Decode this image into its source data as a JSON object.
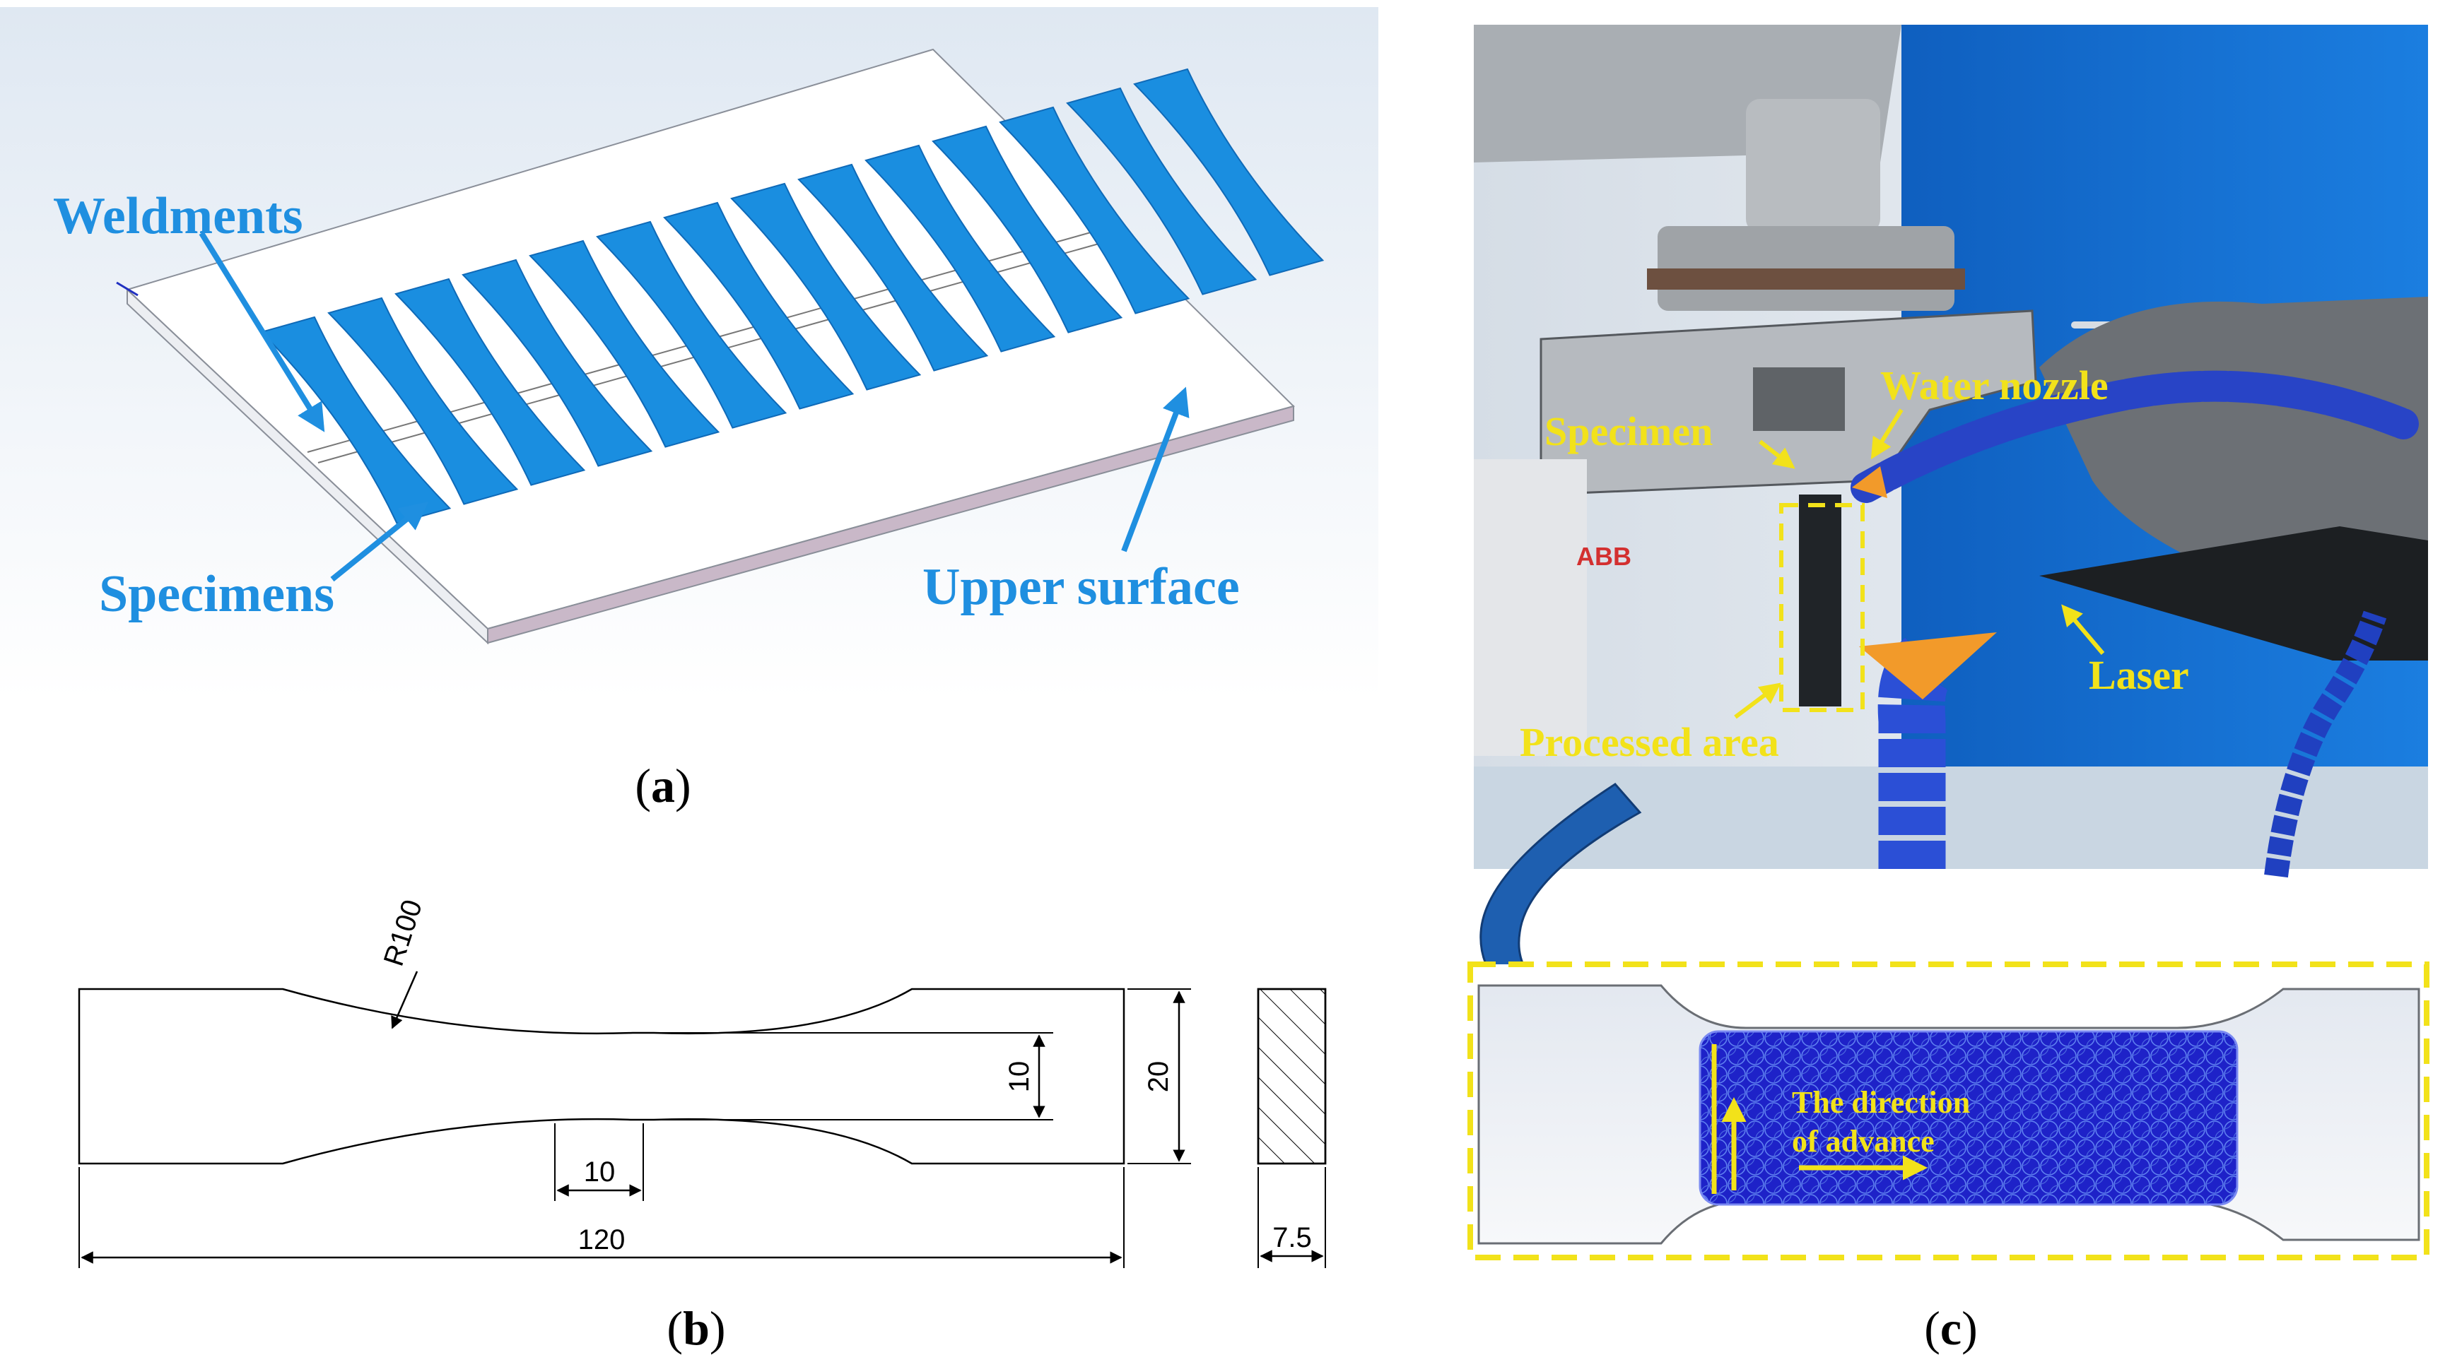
{
  "panel_a": {
    "labels": {
      "weldments": "Weldments",
      "specimens": "Specimens",
      "upper_surface": "Upper surface"
    },
    "caption_open": "(",
    "caption_letter": "a",
    "caption_close": ")",
    "specimen_count": 14
  },
  "panel_b": {
    "dimensions": {
      "radius": "R100",
      "gauge_width": "10",
      "total_width": "20",
      "gauge_length": "10",
      "total_length": "120",
      "thickness": "7.5"
    },
    "caption_open": "(",
    "caption_letter": "b",
    "caption_close": ")"
  },
  "panel_c": {
    "photo_labels": {
      "water_nozzle": "Water nozzle",
      "specimen": "Specimen",
      "laser": "Laser",
      "processed_area": "Processed area",
      "robot_brand": "ABB"
    },
    "detail_labels": {
      "direction_line1": "The direction",
      "direction_line2": "of advance"
    },
    "caption_open": "(",
    "caption_letter": "c",
    "caption_close": ")"
  },
  "colors": {
    "specimen_blue": "#1a8ee0",
    "label_blue": "#1f8fe0",
    "label_yellow": "#f2e21a",
    "processed_blue": "#1e22c8",
    "background_blue": "#1268c8"
  }
}
